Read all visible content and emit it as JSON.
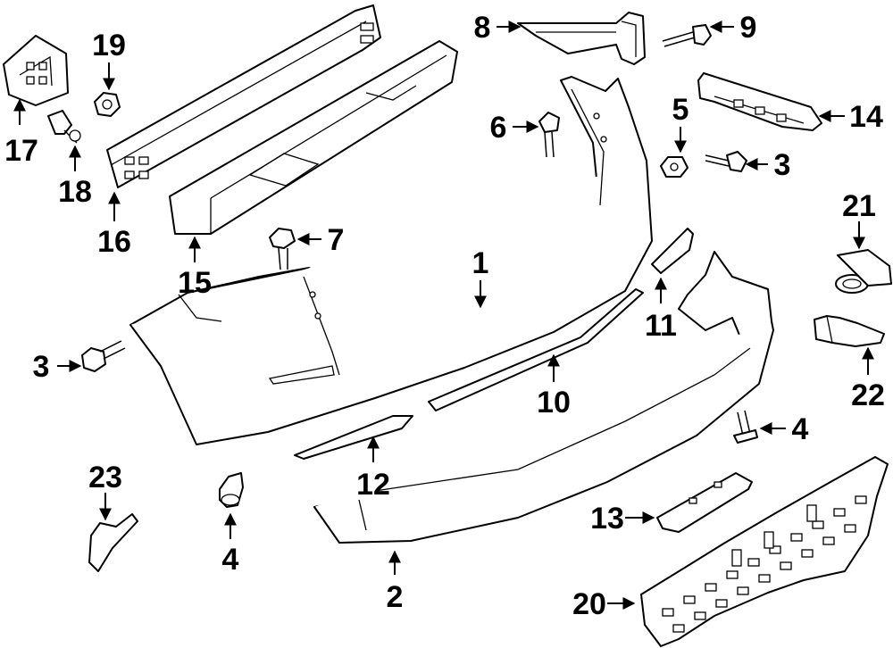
{
  "callouts": [
    {
      "id": "c1",
      "label": "1"
    },
    {
      "id": "c2",
      "label": "2"
    },
    {
      "id": "c3a",
      "label": "3"
    },
    {
      "id": "c3b",
      "label": "3"
    },
    {
      "id": "c4a",
      "label": "4"
    },
    {
      "id": "c4b",
      "label": "4"
    },
    {
      "id": "c5",
      "label": "5"
    },
    {
      "id": "c6",
      "label": "6"
    },
    {
      "id": "c7",
      "label": "7"
    },
    {
      "id": "c8",
      "label": "8"
    },
    {
      "id": "c9",
      "label": "9"
    },
    {
      "id": "c10",
      "label": "10"
    },
    {
      "id": "c11",
      "label": "11"
    },
    {
      "id": "c12",
      "label": "12"
    },
    {
      "id": "c13",
      "label": "13"
    },
    {
      "id": "c14",
      "label": "14"
    },
    {
      "id": "c15",
      "label": "15"
    },
    {
      "id": "c16",
      "label": "16"
    },
    {
      "id": "c17",
      "label": "17"
    },
    {
      "id": "c18",
      "label": "18"
    },
    {
      "id": "c19",
      "label": "19"
    },
    {
      "id": "c20",
      "label": "20"
    },
    {
      "id": "c21",
      "label": "21"
    },
    {
      "id": "c22",
      "label": "22"
    },
    {
      "id": "c23",
      "label": "23"
    }
  ]
}
